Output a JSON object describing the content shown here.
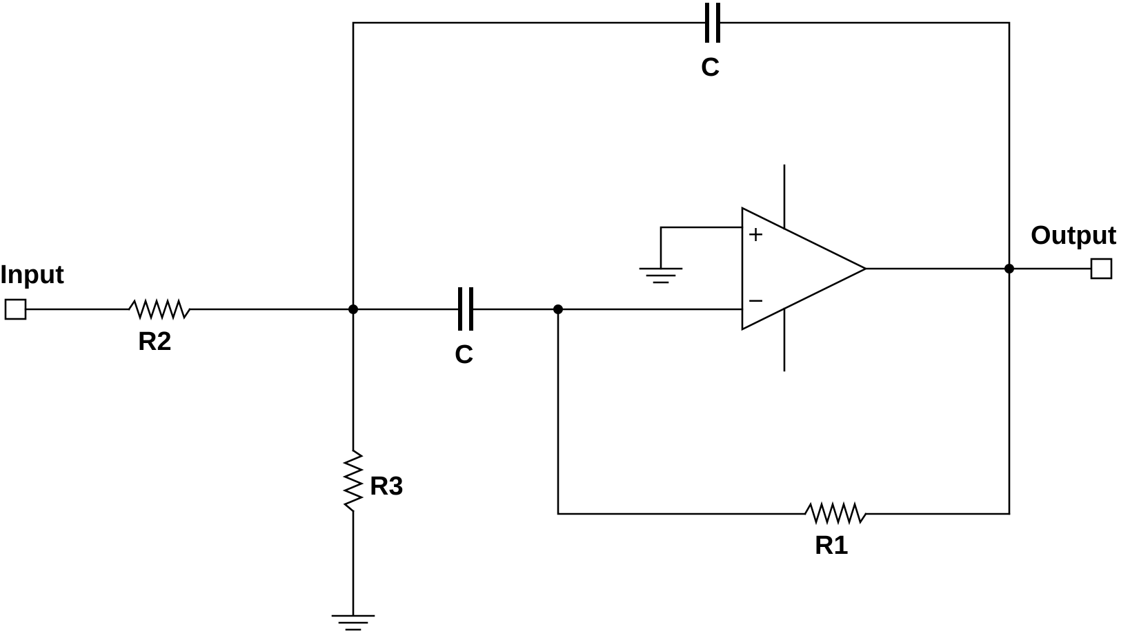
{
  "labels": {
    "input": "Input",
    "output": "Output",
    "r1": "R1",
    "r2": "R2",
    "r3": "R3",
    "c_top": "C",
    "c_mid": "C"
  },
  "opamp": {
    "plus": "+",
    "minus": "−"
  },
  "colors": {
    "line": "#000000",
    "background": "#ffffff"
  }
}
